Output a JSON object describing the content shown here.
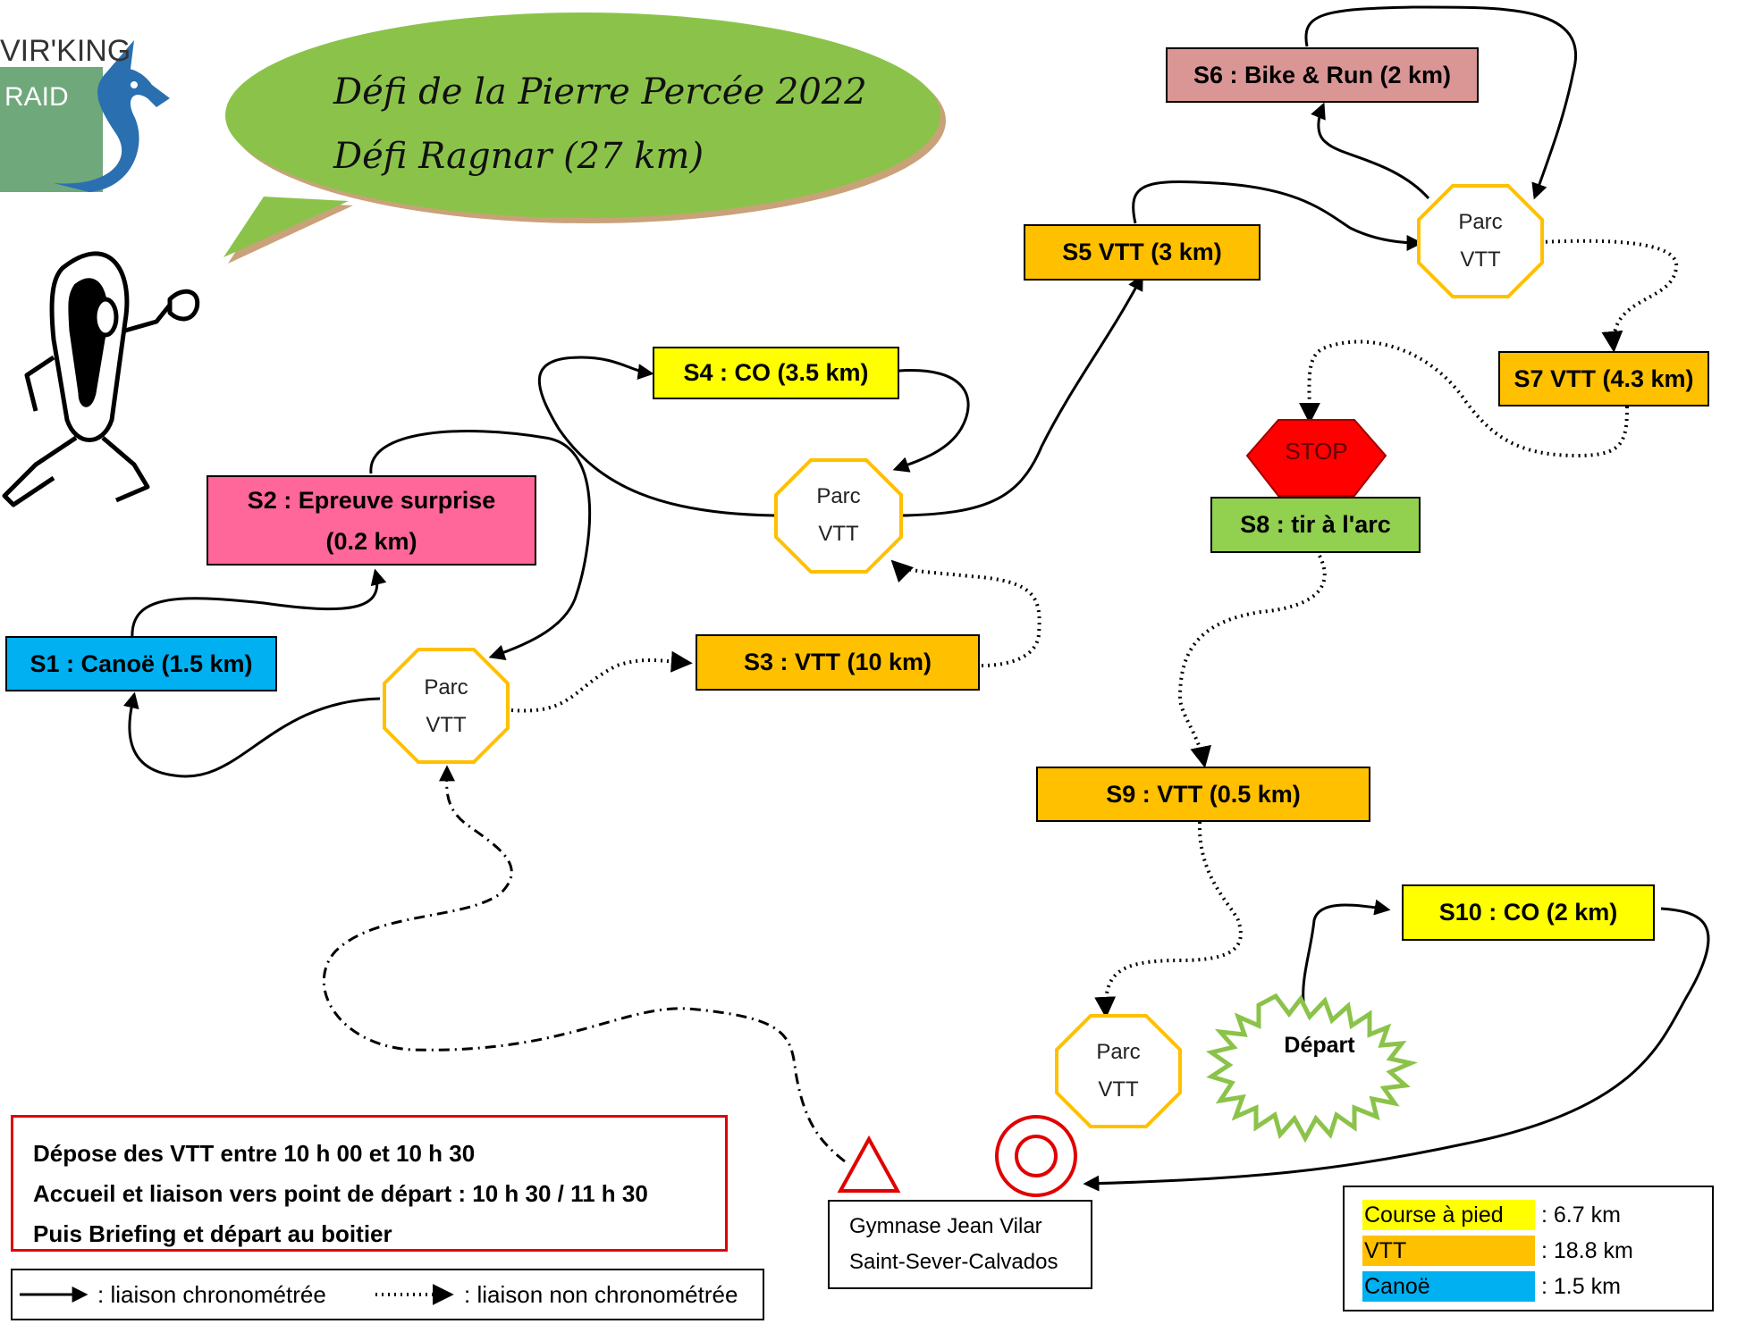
{
  "logo": {
    "line1": "VIR'KING",
    "line2": "RAID"
  },
  "title": {
    "line1": "Défi de la Pierre Percée 2022",
    "line2": "Défi Ragnar (27 km)"
  },
  "stages": {
    "s1": "S1 : Canoë (1.5 km)",
    "s2_line1": "S2 : Epreuve surprise",
    "s2_line2": "(0.2 km)",
    "s3": "S3 : VTT (10 km)",
    "s4": "S4 : CO (3.5 km)",
    "s5": "S5 VTT (3 km)",
    "s6": "S6 : Bike & Run (2 km)",
    "s7": "S7 VTT (4.3 km)",
    "s8": "S8 : tir à l'arc",
    "s9": "S9 : VTT (0.5 km)",
    "s10": "S10 : CO (2 km)"
  },
  "parc": {
    "line1": "Parc",
    "line2": "VTT"
  },
  "stop_label": "STOP",
  "depart_label": "Départ",
  "gymnase": {
    "line1": "Gymnase Jean Vilar",
    "line2": "Saint-Sever-Calvados"
  },
  "info": {
    "line1": "Dépose des VTT entre 10 h 00 et 10 h 30",
    "line2": "Accueil et liaison vers point de départ : 10 h 30 / 11 h 30",
    "line3": "Puis Briefing et départ au boitier"
  },
  "legend": {
    "timed": ": liaison chronométrée",
    "untimed": ": liaison non chronométrée"
  },
  "distances": [
    {
      "label": "Course à pied",
      "value": ": 6.7 km",
      "color": "#ffff00"
    },
    {
      "label": "VTT",
      "value": ": 18.8 km",
      "color": "#ffc000"
    },
    {
      "label": "Canoë",
      "value": ": 1.5 km",
      "color": "#00b0f0"
    }
  ],
  "colors": {
    "vtt": "#ffc000",
    "co": "#ffff00",
    "canoe": "#00b0f0",
    "surprise": "#ff6699",
    "bike_run": "#d99694",
    "tir": "#92d050",
    "stop": "#ff0000",
    "parc_border": "#ffc000",
    "bubble": "#8bc34a"
  }
}
